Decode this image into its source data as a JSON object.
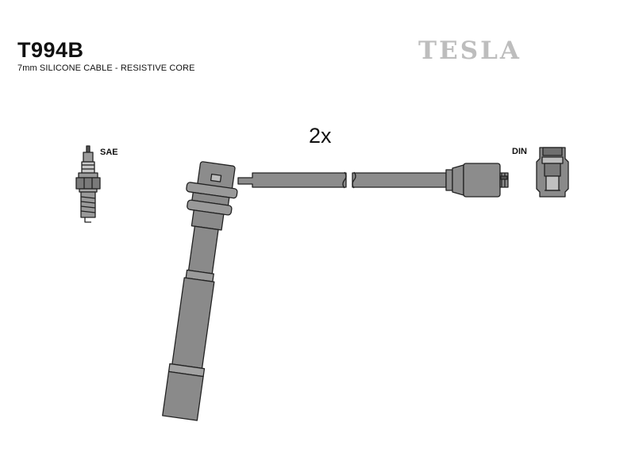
{
  "header": {
    "part_number": "T994B",
    "description": "7mm SILICONE CABLE - RESISTIVE CORE",
    "brand": "TESLA"
  },
  "diagram": {
    "quantity": "2x",
    "left_label": "SAE",
    "right_label": "DIN"
  }
}
